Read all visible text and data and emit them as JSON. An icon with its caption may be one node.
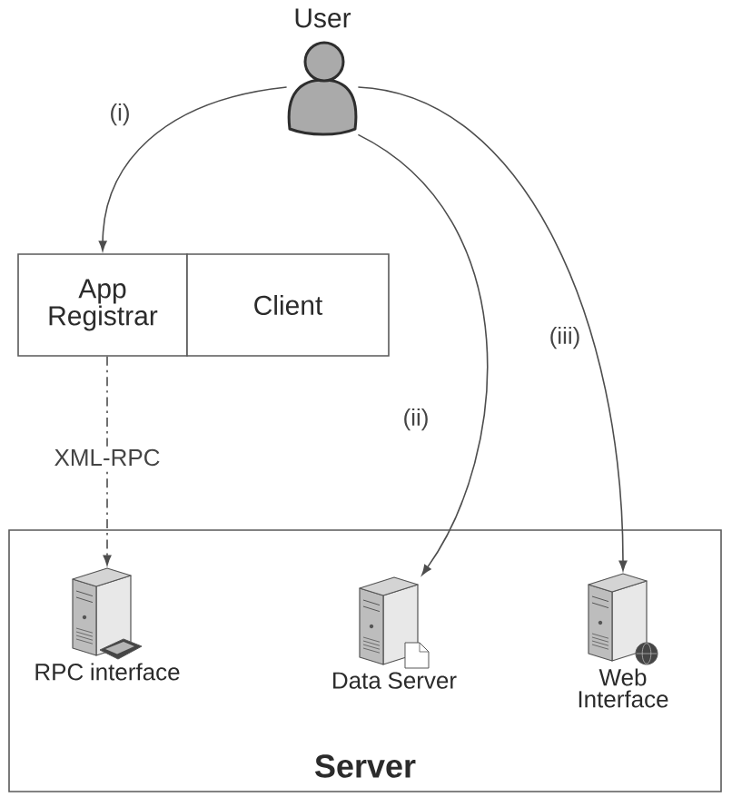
{
  "diagram": {
    "nodes": [
      {
        "text": [
          "User"
        ]
      },
      {
        "text": [
          "App Registrar"
        ]
      },
      {
        "text": [
          "Client"
        ]
      },
      {
        "text": [
          "Server"
        ]
      },
      {
        "text": [
          "RPC interface"
        ],
        "in": 3
      },
      {
        "text": [
          "Data Server"
        ],
        "in": 3
      },
      {
        "text": [
          "Web Interface"
        ],
        "in": 3
      }
    ],
    "edges": [
      {
        "from": 0,
        "to": 1,
        "arrow": "to",
        "label": "(i)"
      },
      {
        "from": 0,
        "to": 5,
        "arrow": "to",
        "label": "(ii)"
      },
      {
        "from": 0,
        "to": 6,
        "arrow": "to",
        "label": "(iii)"
      },
      {
        "from": 1,
        "to": 4,
        "arrow": "to",
        "label": "XML-RPC",
        "style": "dashed"
      }
    ]
  }
}
